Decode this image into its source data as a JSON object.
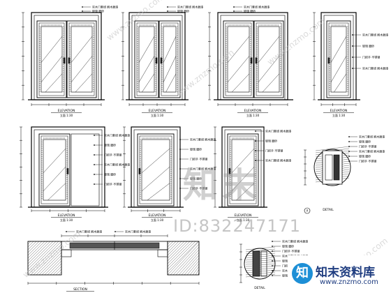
{
  "drawing": {
    "elevation_label": "ELEVATION",
    "detail_label": "DETAIL",
    "section_label": "SECTION",
    "scale_label": "立面 1:30",
    "callout_text": "实木门套线 刷木器漆",
    "callout_text_2": "玻璃 磨砂",
    "callout_text_3": "门把手 不锈钢",
    "detail_mark": "A"
  },
  "watermark": {
    "logo_text": "知末",
    "id_text": "ID:832247171",
    "diagonal_text": "www.znzmo.com"
  },
  "brand": {
    "mark": "知",
    "name": "知末资料库",
    "url": "www.znzmo.com"
  }
}
